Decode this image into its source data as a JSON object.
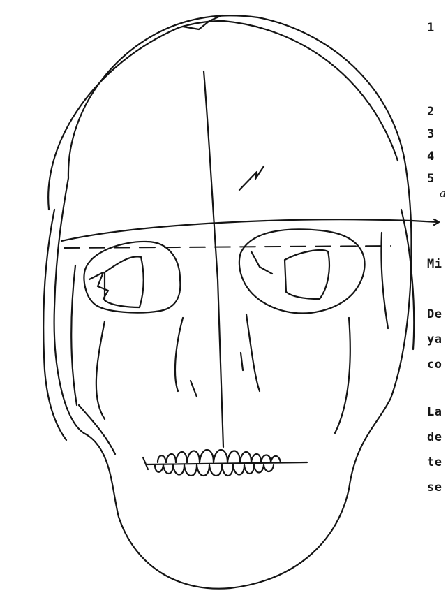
{
  "drawing": {
    "ink_color": "#141414",
    "line_annotation": "a"
  },
  "margin_numbers": [
    "1",
    "2",
    "3",
    "4",
    "5"
  ],
  "text_fragments": {
    "heading": "Mi",
    "para1": [
      "De",
      "ya",
      "co"
    ],
    "para2": [
      "La",
      "de",
      "te",
      "se"
    ]
  }
}
